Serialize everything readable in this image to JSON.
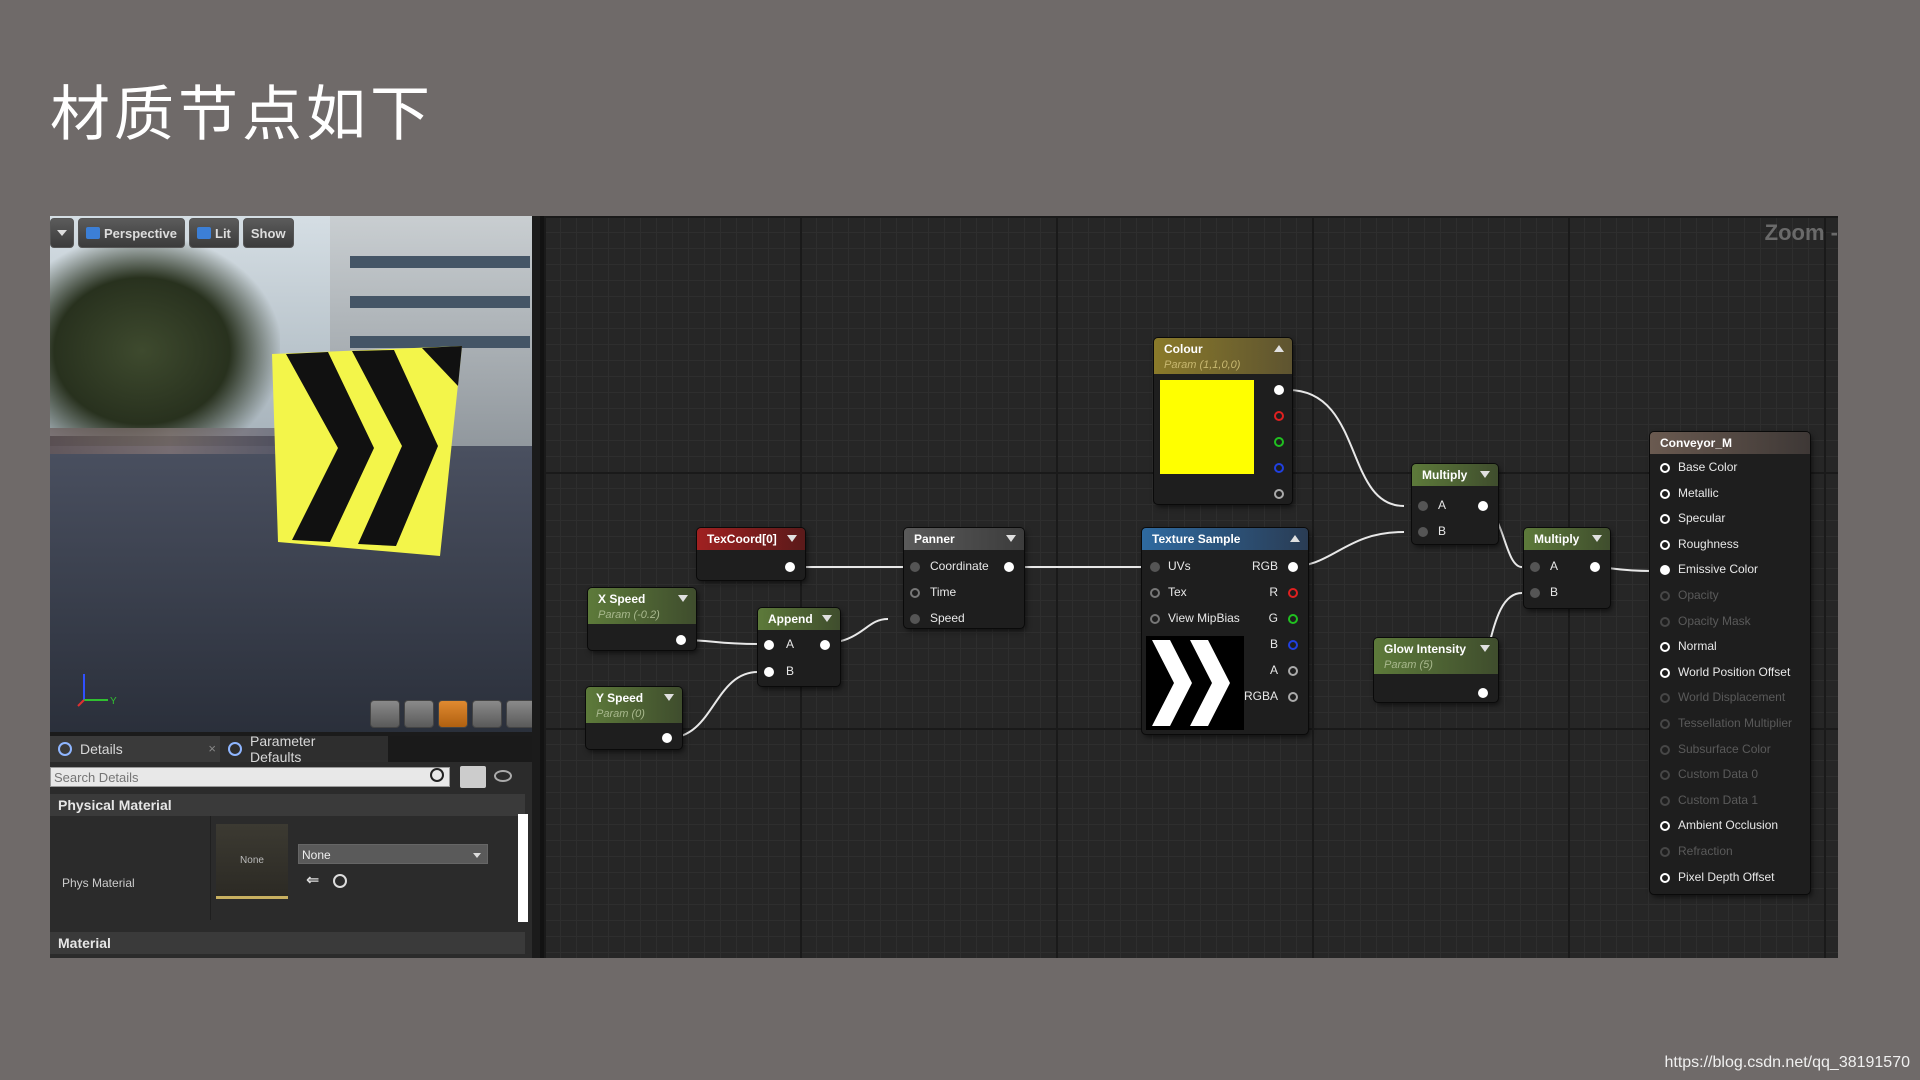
{
  "slide": {
    "title": "材质节点如下",
    "watermark": "https://blog.csdn.net/qq_38191570"
  },
  "viewport": {
    "toolbar": {
      "menu_icon": "chevron-down-icon",
      "perspective_label": "Perspective",
      "lit_label": "Lit",
      "show_label": "Show"
    },
    "axis_label_y": "Y"
  },
  "details": {
    "tabs": [
      {
        "label": "Details"
      },
      {
        "label": "Parameter Defaults"
      }
    ],
    "search_placeholder": "Search Details",
    "categories": {
      "physical_material": "Physical Material",
      "material": "Material"
    },
    "phys_material_label": "Phys Material",
    "thumbnail_text": "None",
    "combo_value": "None"
  },
  "graph": {
    "zoom_label": "Zoom -",
    "nodes": {
      "colour": {
        "title": "Colour",
        "subtitle": "Param (1,1,0,0)",
        "swatch_color": "#ffff00"
      },
      "texcoord": {
        "title": "TexCoord[0]"
      },
      "x_speed": {
        "title": "X Speed",
        "subtitle": "Param (-0.2)"
      },
      "y_speed": {
        "title": "Y Speed",
        "subtitle": "Param (0)"
      },
      "append": {
        "title": "Append",
        "pin_a": "A",
        "pin_b": "B"
      },
      "panner": {
        "title": "Panner",
        "pins": [
          "Coordinate",
          "Time",
          "Speed"
        ]
      },
      "texture_sample": {
        "title": "Texture Sample",
        "inputs": [
          "UVs",
          "Tex",
          "View MipBias"
        ],
        "outputs": [
          "RGB",
          "R",
          "G",
          "B",
          "A",
          "RGBA"
        ]
      },
      "multiply_1": {
        "title": "Multiply",
        "pin_a": "A",
        "pin_b": "B"
      },
      "multiply_2": {
        "title": "Multiply",
        "pin_a": "A",
        "pin_b": "B"
      },
      "glow_intensity": {
        "title": "Glow Intensity",
        "subtitle": "Param (5)"
      },
      "conveyor": {
        "title": "Conveyor_M",
        "pins": [
          {
            "label": "Base Color",
            "active": true
          },
          {
            "label": "Metallic",
            "active": true
          },
          {
            "label": "Specular",
            "active": true
          },
          {
            "label": "Roughness",
            "active": true
          },
          {
            "label": "Emissive Color",
            "active": true
          },
          {
            "label": "Opacity",
            "active": false
          },
          {
            "label": "Opacity Mask",
            "active": false
          },
          {
            "label": "Normal",
            "active": true
          },
          {
            "label": "World Position Offset",
            "active": true
          },
          {
            "label": "World Displacement",
            "active": false
          },
          {
            "label": "Tessellation Multiplier",
            "active": false
          },
          {
            "label": "Subsurface Color",
            "active": false
          },
          {
            "label": "Custom Data 0",
            "active": false
          },
          {
            "label": "Custom Data 1",
            "active": false
          },
          {
            "label": "Ambient Occlusion",
            "active": true
          },
          {
            "label": "Refraction",
            "active": false
          },
          {
            "label": "Pixel Depth Offset",
            "active": true
          }
        ]
      }
    }
  }
}
